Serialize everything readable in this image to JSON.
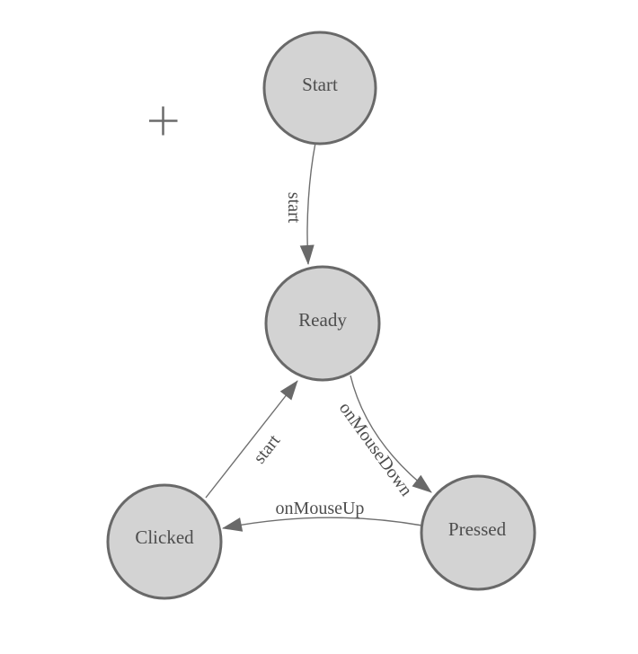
{
  "palette": {
    "node_fill": "#d3d3d3",
    "node_stroke": "#696969",
    "edge_stroke": "#6f6f6f",
    "arrow_fill": "#696969",
    "label_color": "#4d4d4d",
    "cursor_color": "#6b6b6b",
    "canvas_bg": "#ffffff"
  },
  "cursor": {
    "name": "crosshair"
  },
  "diagram": {
    "nodes": [
      {
        "id": "start",
        "label": "Start"
      },
      {
        "id": "ready",
        "label": "Ready"
      },
      {
        "id": "clicked",
        "label": "Clicked"
      },
      {
        "id": "pressed",
        "label": "Pressed"
      }
    ],
    "edges": [
      {
        "from": "start",
        "to": "ready",
        "label": "start"
      },
      {
        "from": "clicked",
        "to": "ready",
        "label": "start"
      },
      {
        "from": "ready",
        "to": "pressed",
        "label": "onMouseDown"
      },
      {
        "from": "pressed",
        "to": "clicked",
        "label": "onMouseUp"
      }
    ]
  }
}
